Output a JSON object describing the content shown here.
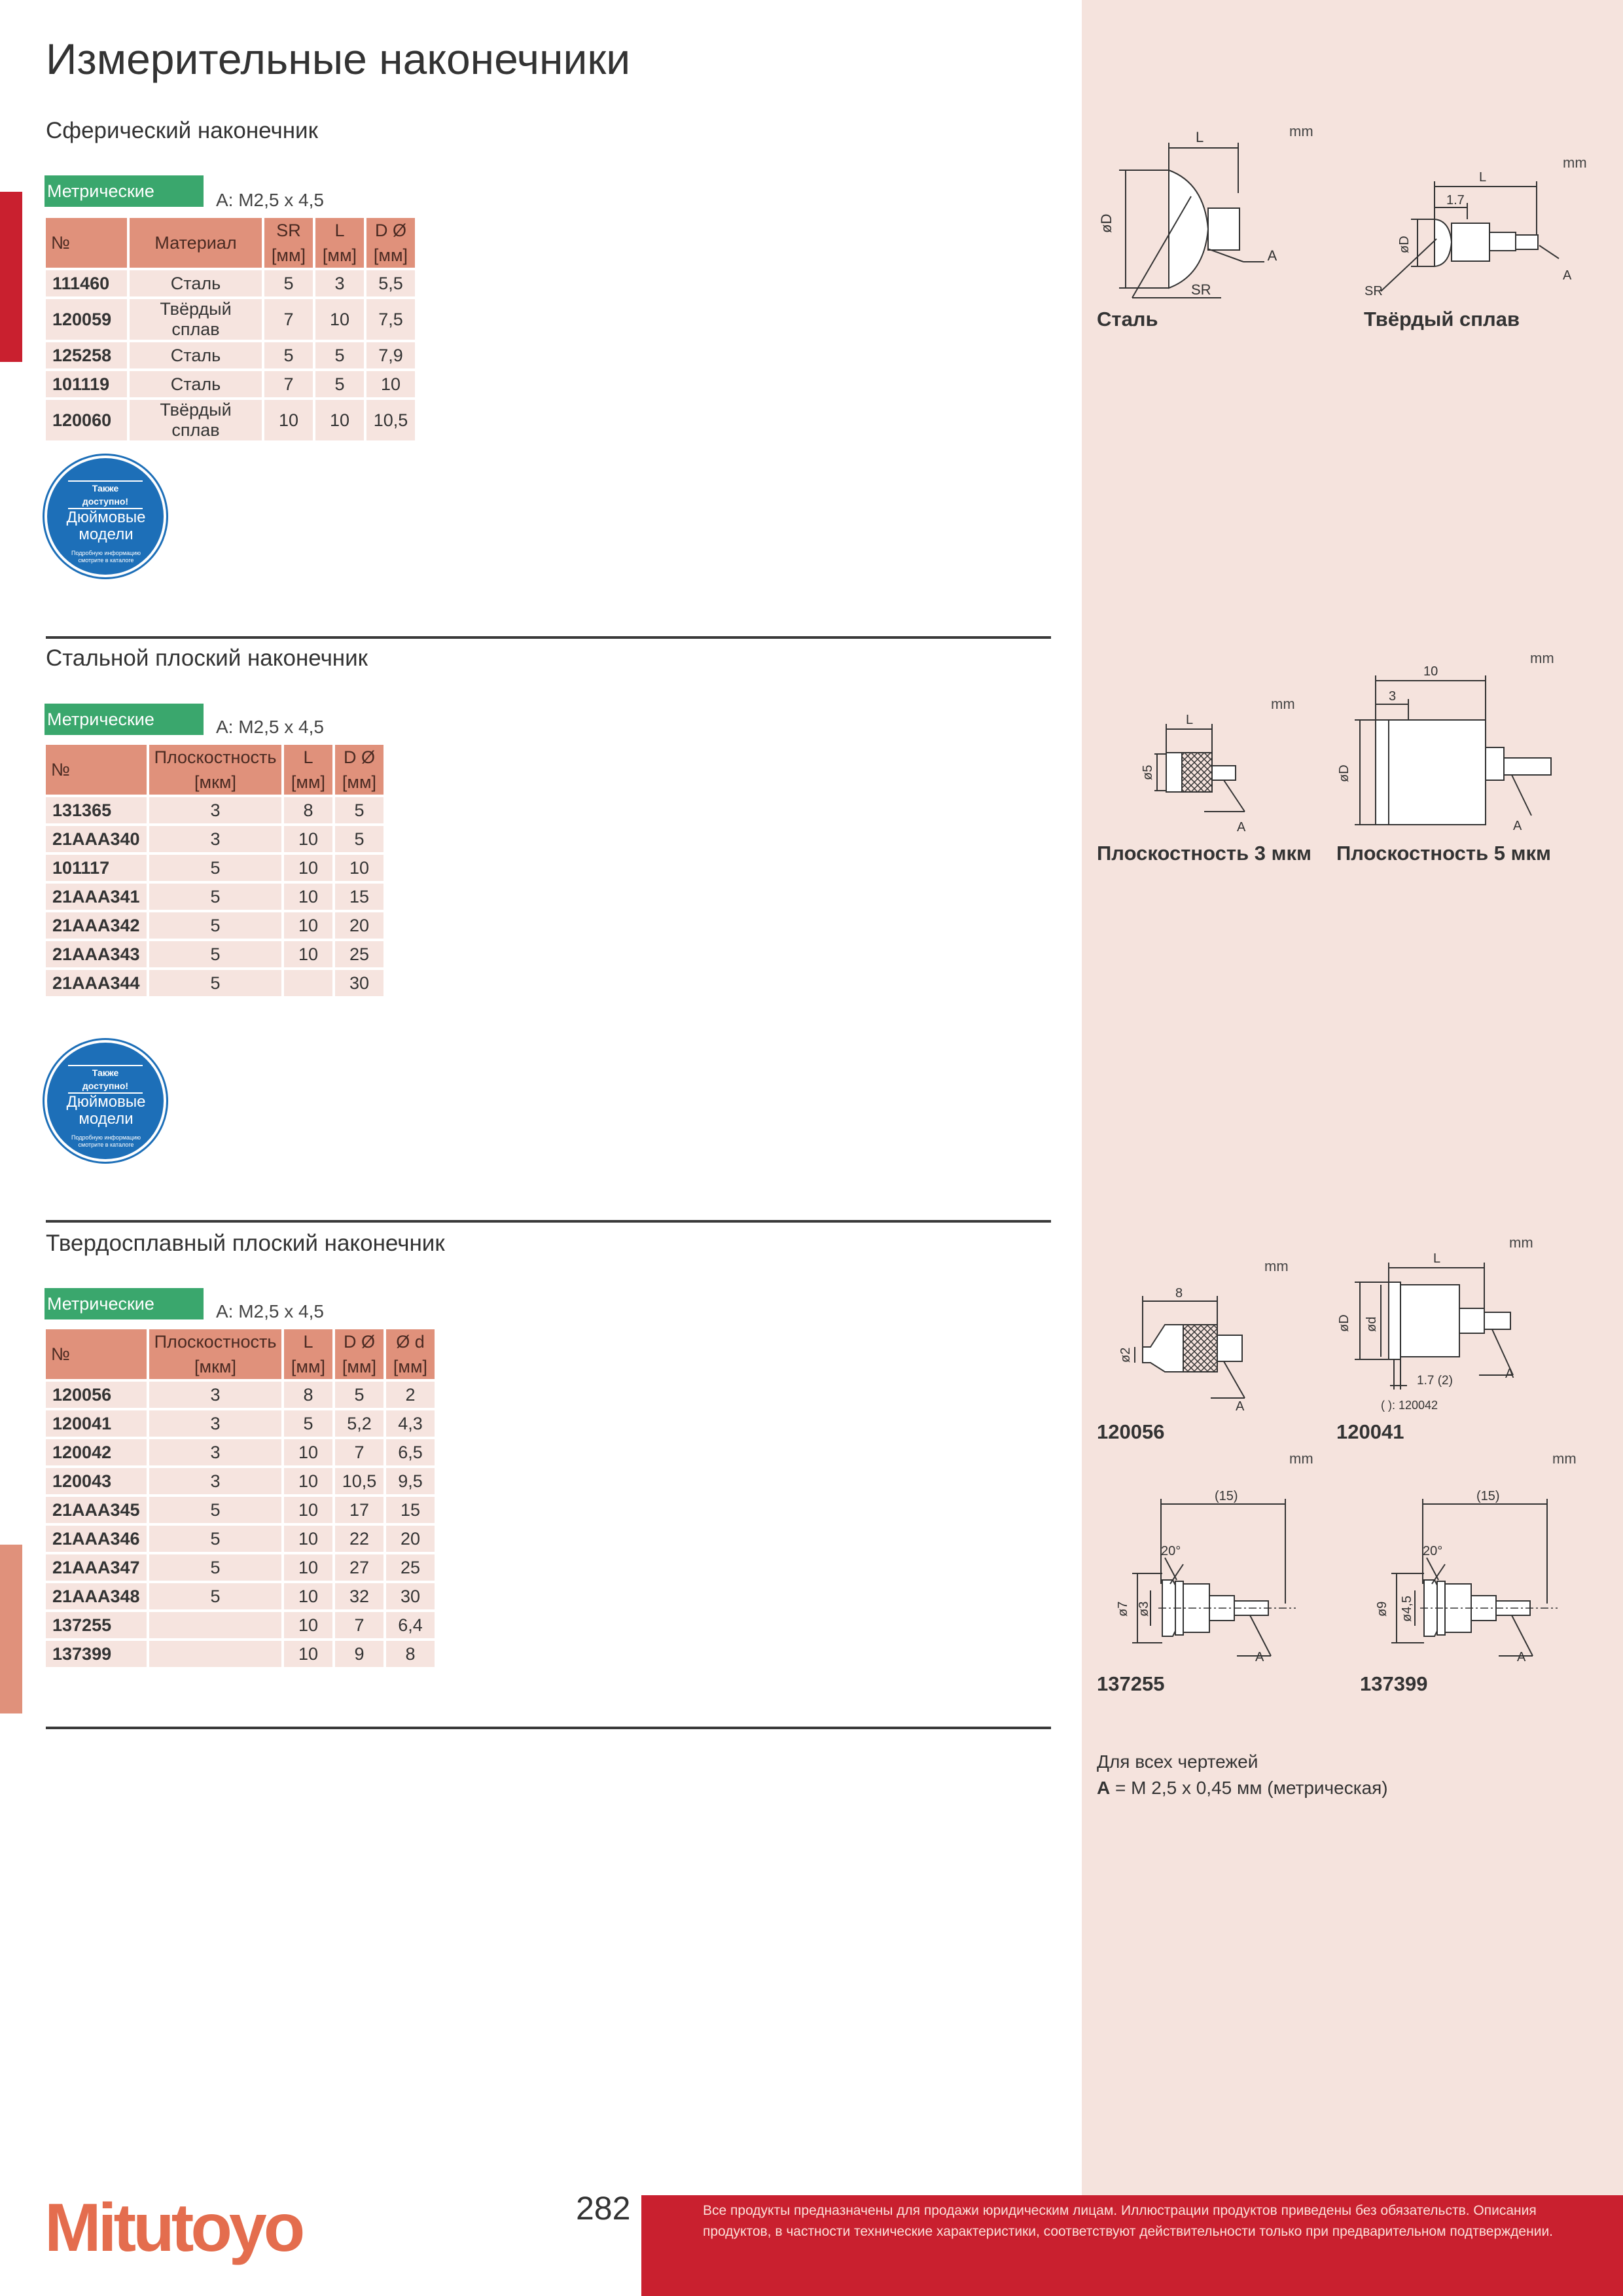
{
  "page_title": "Измерительные наконечники",
  "page_number": "282",
  "brand": "Mitutoyo",
  "footer_text": "Все продукты предназначены для продажи юридическим лицам. Иллюстрации продуктов приведены без обязательств. Описания продуктов, в частности технические характеристики, соответствуют действительности только при предварительном подтверждении.",
  "badge": {
    "top_text": "Также доступно!",
    "main_line1": "Дюймовые",
    "main_line2": "модели",
    "rim_text": "Подробную информацию смотрите в каталоге"
  },
  "sections": [
    {
      "title": "Сферический наконечник",
      "tag": "Метрические",
      "thread": "A: M2,5 x 4,5",
      "headers": [
        [
          "№",
          ""
        ],
        [
          "Материал",
          ""
        ],
        [
          "SR",
          "[мм]"
        ],
        [
          "L",
          "[мм]"
        ],
        [
          "D Ø",
          "[мм]"
        ]
      ],
      "rows": [
        [
          "111460",
          "Сталь",
          "5",
          "3",
          "5,5"
        ],
        [
          "120059",
          "Твёрдый сплав",
          "7",
          "10",
          "7,5"
        ],
        [
          "125258",
          "Сталь",
          "5",
          "5",
          "7,9"
        ],
        [
          "101119",
          "Сталь",
          "7",
          "5",
          "10"
        ],
        [
          "120060",
          "Твёрдый сплав",
          "10",
          "10",
          "10,5"
        ]
      ]
    },
    {
      "title": "Стальной плоский наконечник",
      "tag": "Метрические",
      "thread": "A: M2,5 x 4,5",
      "headers": [
        [
          "№",
          ""
        ],
        [
          "Плоскостность",
          "[мкм]"
        ],
        [
          "L",
          "[мм]"
        ],
        [
          "D Ø",
          "[мм]"
        ]
      ],
      "rows": [
        [
          "131365",
          "3",
          "8",
          "5"
        ],
        [
          "21AAA340",
          "3",
          "10",
          "5"
        ],
        [
          "101117",
          "5",
          "10",
          "10"
        ],
        [
          "21AAA341",
          "5",
          "10",
          "15"
        ],
        [
          "21AAA342",
          "5",
          "10",
          "20"
        ],
        [
          "21AAA343",
          "5",
          "10",
          "25"
        ],
        [
          "21AAA344",
          "5",
          "",
          "30"
        ]
      ]
    },
    {
      "title": "Твердосплавный плоский наконечник",
      "tag": "Метрические",
      "thread": "A: M2,5 x 4,5",
      "headers": [
        [
          "№",
          ""
        ],
        [
          "Плоскостность",
          "[мкм]"
        ],
        [
          "L",
          "[мм]"
        ],
        [
          "D Ø",
          "[мм]"
        ],
        [
          "Ø d",
          "[мм]"
        ]
      ],
      "rows": [
        [
          "120056",
          "3",
          "8",
          "5",
          "2"
        ],
        [
          "120041",
          "3",
          "5",
          "5,2",
          "4,3"
        ],
        [
          "120042",
          "3",
          "10",
          "7",
          "6,5"
        ],
        [
          "120043",
          "3",
          "10",
          "10,5",
          "9,5"
        ],
        [
          "21AAA345",
          "5",
          "10",
          "17",
          "15"
        ],
        [
          "21AAA346",
          "5",
          "10",
          "22",
          "20"
        ],
        [
          "21AAA347",
          "5",
          "10",
          "27",
          "25"
        ],
        [
          "21AAA348",
          "5",
          "10",
          "32",
          "30"
        ],
        [
          "137255",
          "",
          "10",
          "7",
          "6,4"
        ],
        [
          "137399",
          "",
          "10",
          "9",
          "8"
        ]
      ]
    }
  ],
  "drawings": {
    "unit": "mm",
    "captions": [
      "Сталь",
      "Твёрдый сплав",
      "Плоскостность 3 мкм",
      "Плоскостность 5 мкм",
      "120056",
      "120041",
      "137255",
      "137399"
    ],
    "labels": {
      "L": "L",
      "D": "øD",
      "SR": "SR",
      "A": "A",
      "d1": "ød",
      "d5": "ø5",
      "d2": "ø2",
      "d7": "ø7",
      "d9": "ø9",
      "d3": "ø3",
      "d45": "ø4,5",
      "v17": "1.7",
      "v3": "3",
      "v10": "10",
      "v8": "8",
      "v17b": "1.7 (2)",
      "paren": "(  ): 120042",
      "v15": "(15)",
      "ang": "20°"
    }
  },
  "note": {
    "line1": "Для всех чертежей",
    "line2_a": "A",
    "line2_rest": " = M 2,5 x 0,45 мм (метрическая)"
  }
}
